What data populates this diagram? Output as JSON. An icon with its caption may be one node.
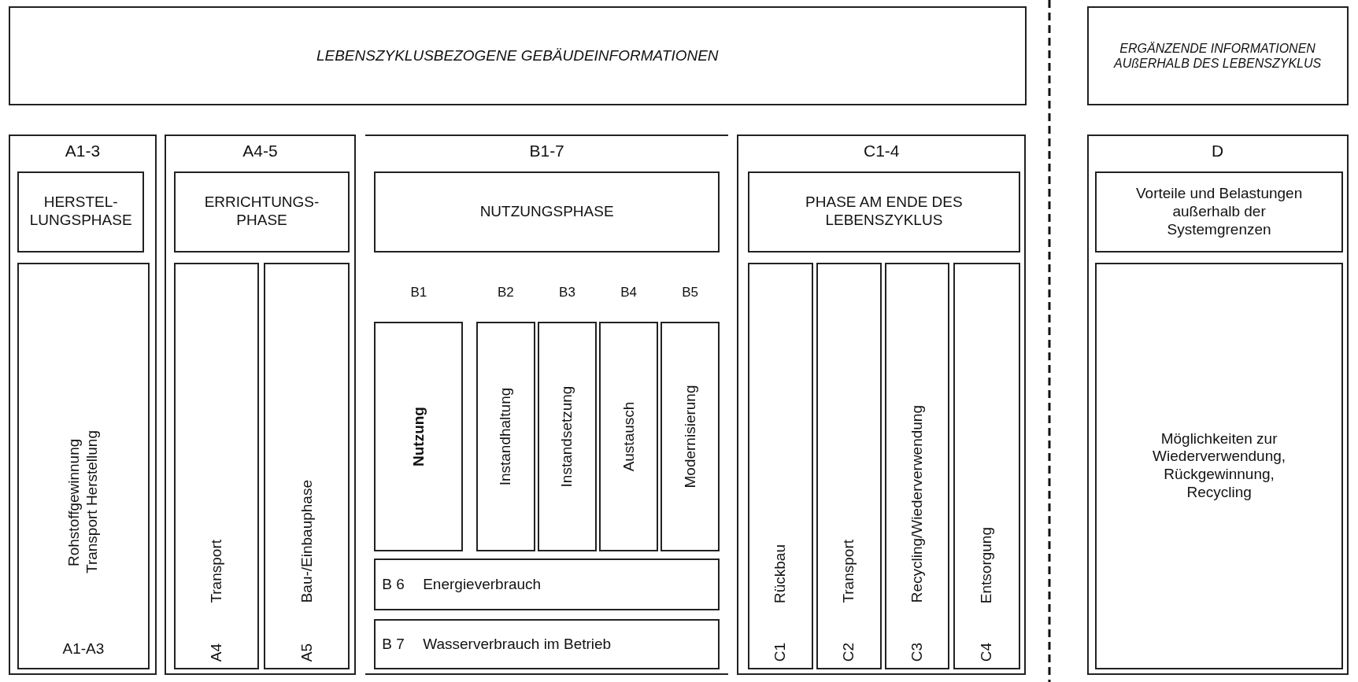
{
  "diagram": {
    "nodes": [
      {
        "text": [
          "LEBENSZYKLUSBEZOGENE GEBÄUDEINFORMATIONEN"
        ]
      },
      {
        "text": [
          "ERGÄNZENDE INFORMATIONEN AUßERHALB DES LEBENSZYKLUS"
        ]
      },
      {
        "text": [
          "A1-3"
        ]
      },
      {
        "text": [
          "HERSTEL- LUNGSPHASE"
        ],
        "in": 2
      },
      {
        "text": [
          "Rohstoffgewinnung Transport Herstellung",
          "A1-A3"
        ],
        "in": 2
      },
      {
        "text": [
          "A4-5"
        ]
      },
      {
        "text": [
          "ERRICHTUNGS- PHASE"
        ],
        "in": 5
      },
      {
        "text": [
          "Transport",
          "A4"
        ],
        "in": 5
      },
      {
        "text": [
          "Bau-/Einbauphase",
          "A5"
        ],
        "in": 5
      },
      {
        "text": [
          "B1-7"
        ]
      },
      {
        "text": [
          "NUTZUNGSPHASE"
        ],
        "in": 9
      },
      {
        "text": [
          "Nutzung"
        ],
        "beside": [
          "B1"
        ],
        "in": 9
      },
      {
        "text": [
          "Instandhaltung"
        ],
        "beside": [
          "B2"
        ],
        "in": 9
      },
      {
        "text": [
          "Instandsetzung"
        ],
        "beside": [
          "B3"
        ],
        "in": 9
      },
      {
        "text": [
          "Austausch"
        ],
        "beside": [
          "B4"
        ],
        "in": 9
      },
      {
        "text": [
          "Modernisierung"
        ],
        "beside": [
          "B5"
        ],
        "in": 9
      },
      {
        "text": [
          "B 6",
          "Energieverbrauch"
        ],
        "in": 9
      },
      {
        "text": [
          "B 7",
          "Wasserverbrauch im Betrieb"
        ],
        "in": 9
      },
      {
        "text": [
          "C1-4"
        ]
      },
      {
        "text": [
          "PHASE AM ENDE DES LEBENSZYKLUS"
        ],
        "in": 18
      },
      {
        "text": [
          "Rückbau",
          "C1"
        ],
        "in": 18
      },
      {
        "text": [
          "Transport",
          "C2"
        ],
        "in": 18
      },
      {
        "text": [
          "Recycling/Wiederverwendung",
          "C3"
        ],
        "in": 18
      },
      {
        "text": [
          "Entsorgung",
          "C4"
        ],
        "in": 18
      },
      {
        "text": [
          "D"
        ]
      },
      {
        "text": [
          "Vorteile und Belastungen außerhalb der Systemgrenzen"
        ],
        "in": 24
      },
      {
        "text": [
          "Möglichkeiten zur Wiederverwendung, Rückgewinnung, Recycling"
        ],
        "in": 24
      }
    ],
    "edges": []
  }
}
